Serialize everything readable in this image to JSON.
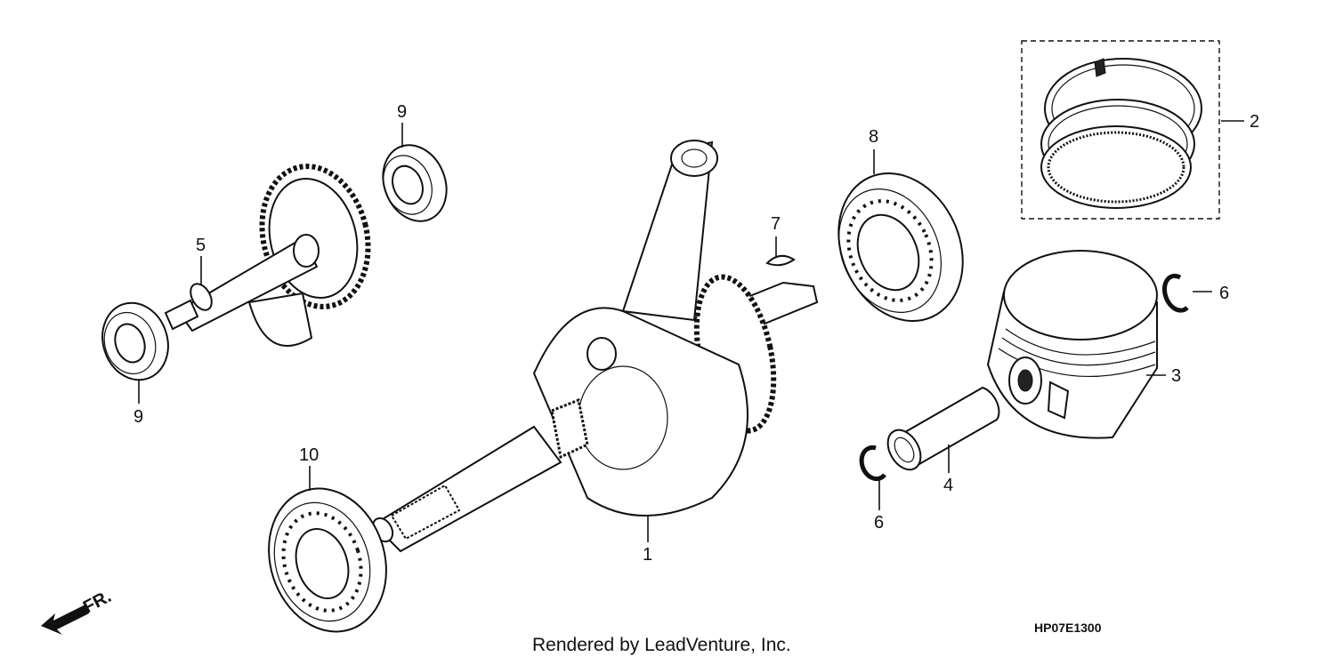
{
  "callouts": {
    "crankshaft": "1",
    "ring_set": "2",
    "piston": "3",
    "piston_pin": "4",
    "balancer_shaft": "5",
    "pin_clip_top": "6",
    "pin_clip_bottom": "6",
    "woodruff_key": "7",
    "bearing_right": "8",
    "bearing_top": "9",
    "bearing_left": "9",
    "bearing_bottom": "10"
  },
  "front_marker": "FR.",
  "diagram_code": "HP07E1300",
  "credit": "Rendered by LeadVenture, Inc."
}
